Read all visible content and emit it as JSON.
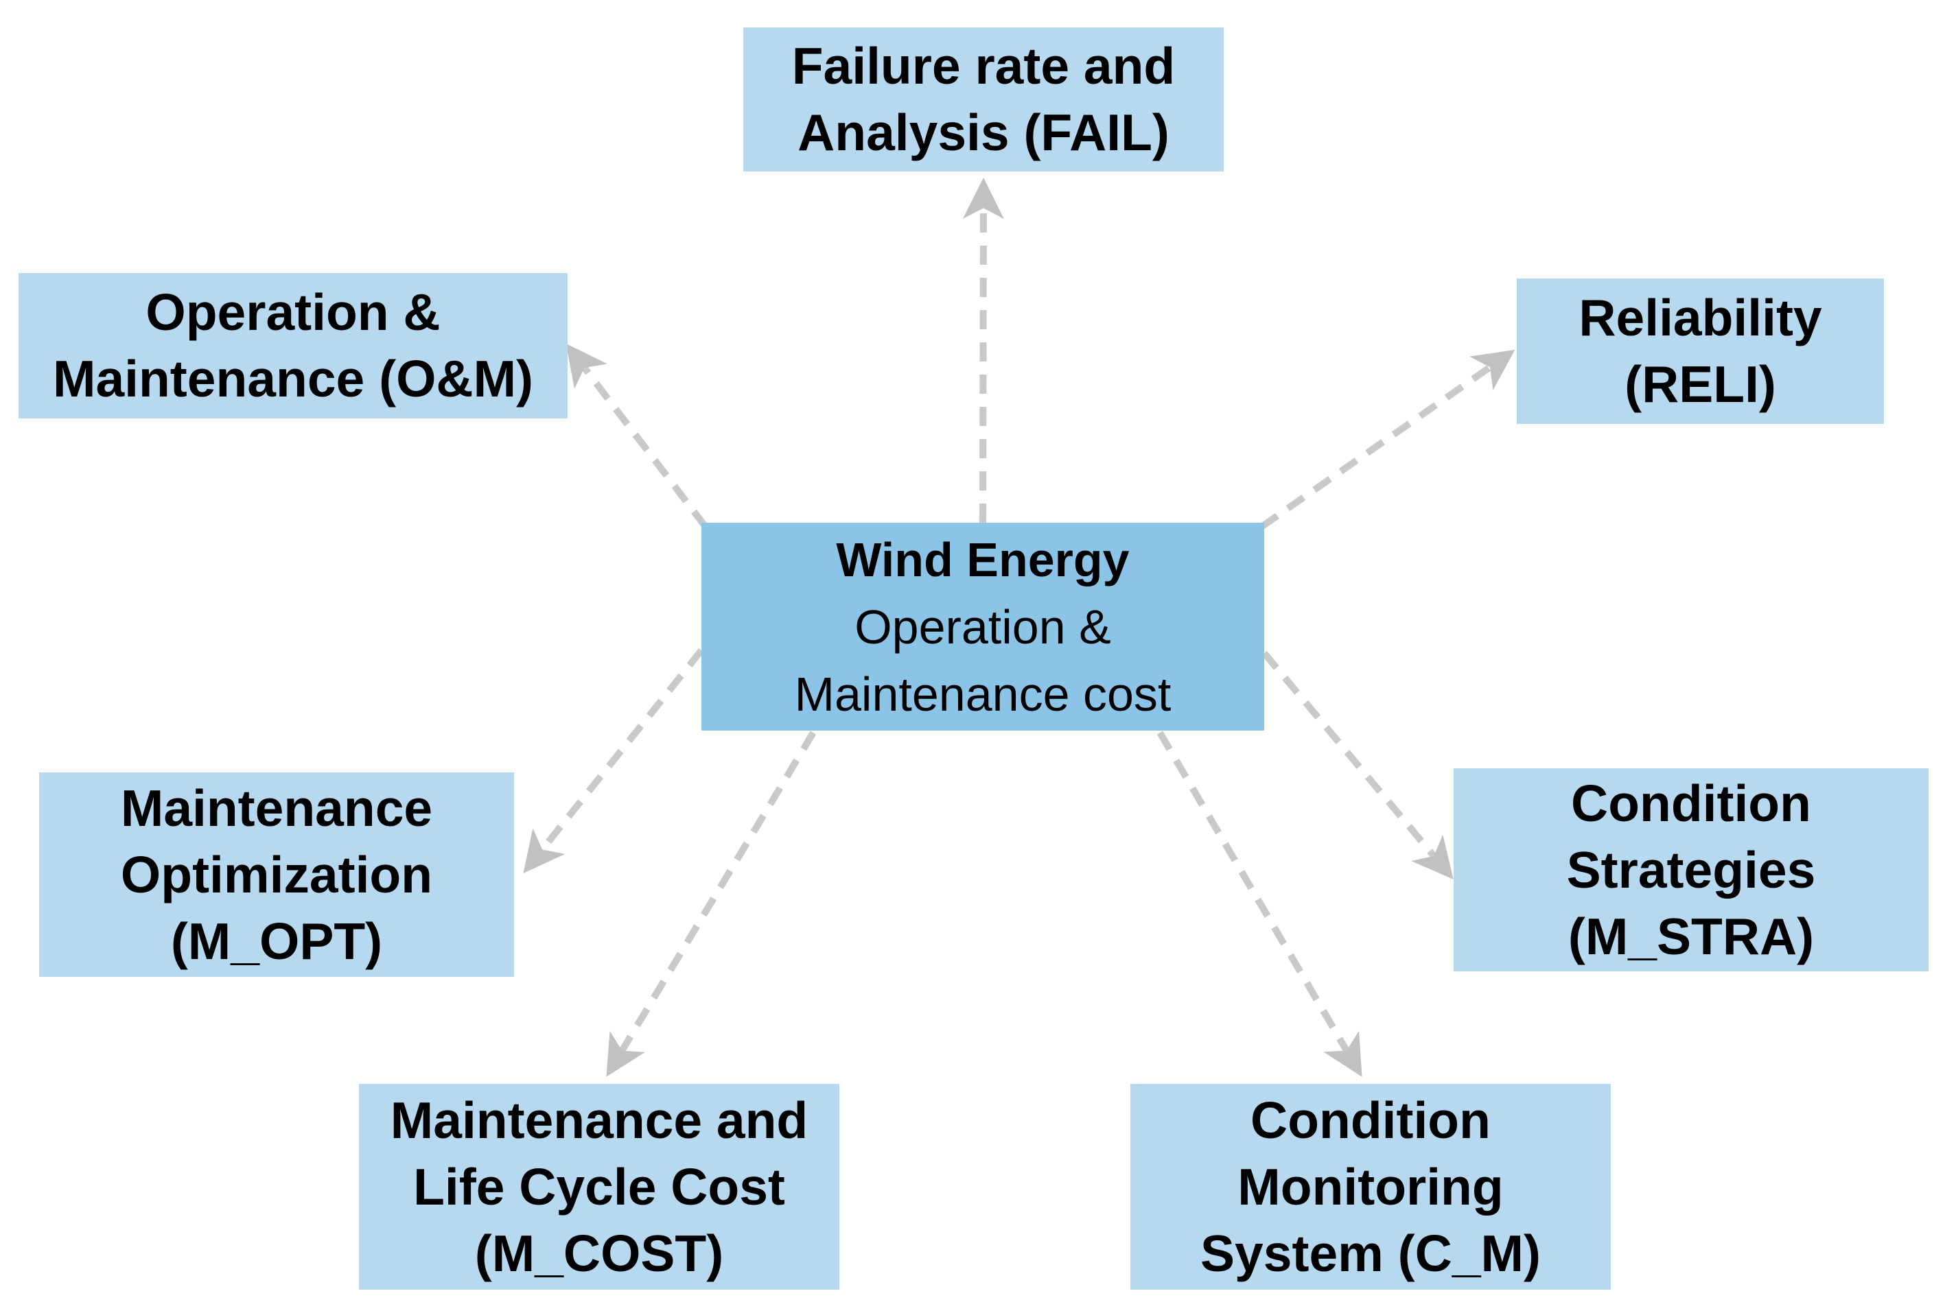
{
  "diagram": {
    "type": "radial-concept-map",
    "colors": {
      "background": "#ffffff",
      "node_fill": "#b6d9ef",
      "center_fill": "#8cc4e8",
      "text": "#000000",
      "arrow": "#c9c9c9",
      "arrowhead": "#c3c1bf"
    }
  },
  "center": {
    "title": "Wind Energy",
    "subtitle_lines": [
      "Operation &",
      "Maintenance cost"
    ]
  },
  "nodes": {
    "fail": {
      "lines": [
        "Failure rate and",
        "Analysis (FAIL)"
      ]
    },
    "om": {
      "lines": [
        "Operation &",
        "Maintenance (O&M)"
      ]
    },
    "reli": {
      "lines": [
        "Reliability",
        "(RELI)"
      ]
    },
    "mopt": {
      "lines": [
        "Maintenance",
        "Optimization",
        "(M_OPT)"
      ]
    },
    "mstra": {
      "lines": [
        "Condition",
        "Strategies",
        "(M_STRA)"
      ]
    },
    "mcost": {
      "lines": [
        "Maintenance and",
        "Life Cycle Cost",
        "(M_COST)"
      ]
    },
    "cm": {
      "lines": [
        "Condition",
        "Monitoring",
        "System (C_M)"
      ]
    }
  }
}
